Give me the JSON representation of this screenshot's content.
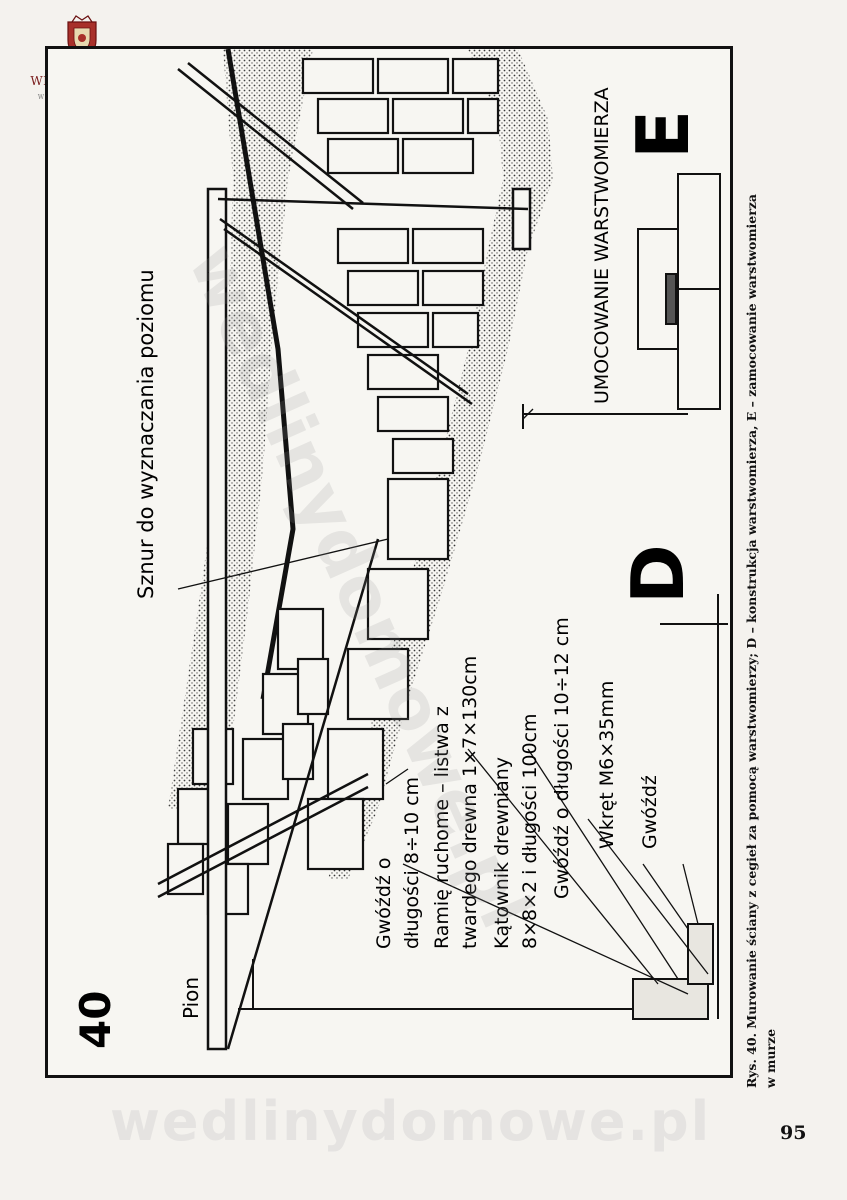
{
  "logo": {
    "brand": "WĘDLARNICZA BRAĆ",
    "url": "WEDLINYDOMOWE.PL"
  },
  "figure": {
    "number": "40",
    "labels": {
      "pion": "Pion",
      "gwozdz_1": "Gwóźdź o",
      "gwozdz_2": "długości  8÷10 cm",
      "ramie_1": "Ramię ruchome – listwa z",
      "ramie_2": "twardego drewna  1×7×130cm",
      "katownik_1": "Kątownik drewniany",
      "katownik_2": "8×8×2  i  długości  100cm",
      "gwozdz_dl": "Gwóźdź  o  długości  10÷12 cm",
      "wkret": "Wkręt  M6×35mm",
      "gwozdz_small": "Gwóźdź",
      "sznur": "Sznur  do  wyznaczania  poziomu",
      "letter_d": "D",
      "letter_e": "E",
      "umocowanie": "UMOCOWANIE  WARSTWOMIERZA"
    },
    "watermark_diag": "wedlinydomowe.pl"
  },
  "caption": {
    "line1": "Rys. 40. Murowanie ściany z cegieł za pomocą warstwomierzy; D – konstrukcja warstwomierza, E – zamocowanie warstwomierza",
    "line2": "w murze"
  },
  "page_number": "95",
  "watermark": "wedlinydomowe.pl"
}
